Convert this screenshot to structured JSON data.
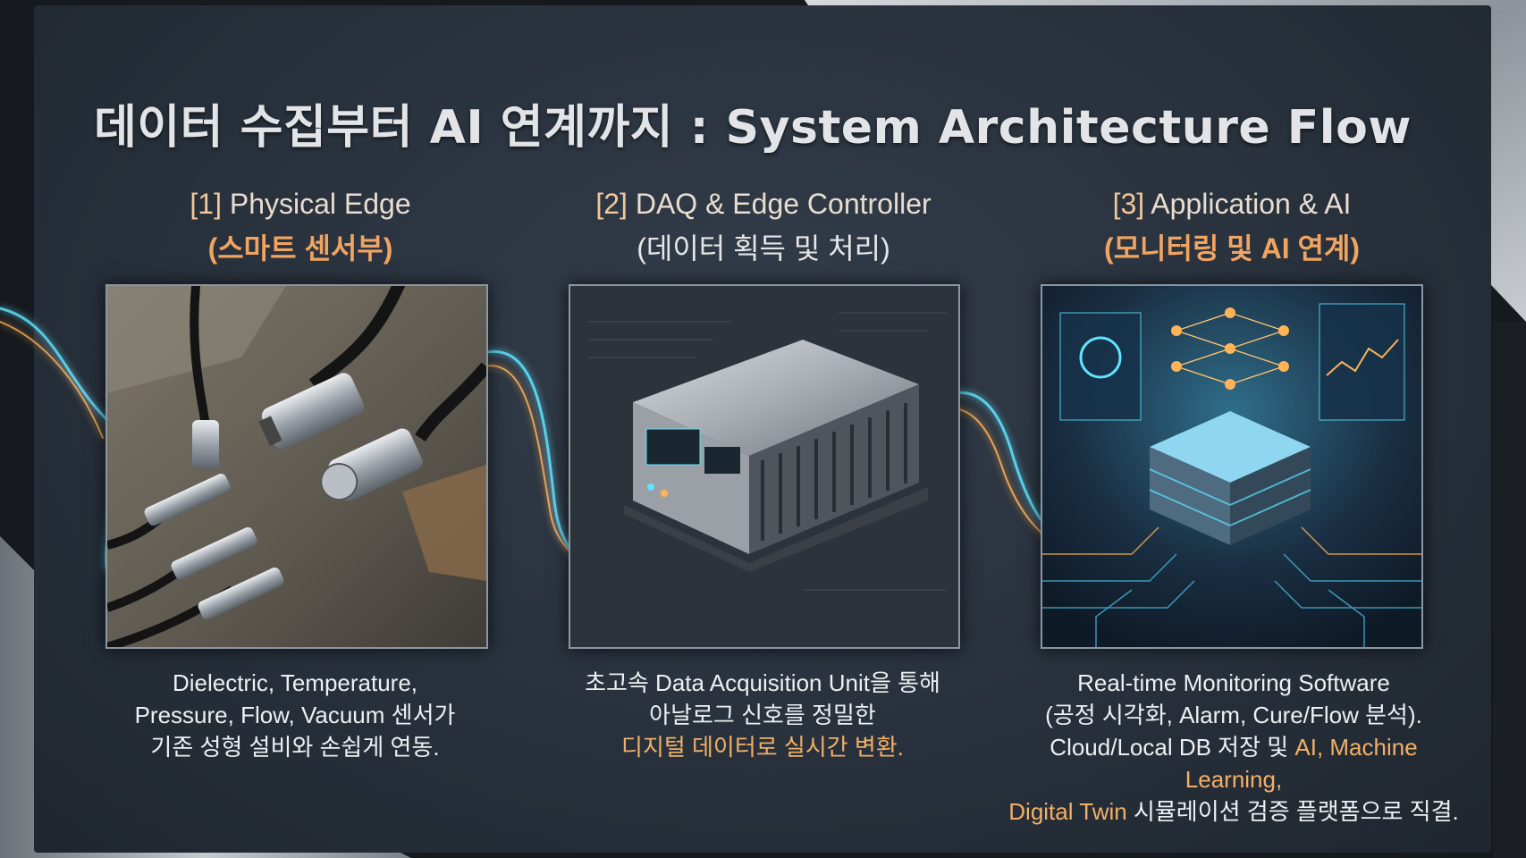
{
  "title": "데이터 수집부터 AI 연계까지 : System Architecture Flow",
  "columns": [
    {
      "num": "[1]",
      "name": "Physical Edge",
      "sub": "(스마트 센서부)",
      "desc_lines": [
        "Dielectric, Temperature,",
        "Pressure, Flow, Vacuum 센서가",
        "기존 성형 설비와 손쉽게 연동."
      ]
    },
    {
      "num": "[2]",
      "name": "DAQ & Edge Controller",
      "sub": "(데이터 획득 및 처리)",
      "desc_lines": [
        "초고속 Data Acquisition Unit을 통해",
        "아날로그 신호를 정밀한"
      ],
      "desc_hl": "디지털 데이터로 실시간 변환."
    },
    {
      "num": "[3]",
      "name": "Application & AI",
      "sub": "(모니터링 및 AI 연계)",
      "desc_lines": [
        "Real-time Monitoring Software",
        "(공정 시각화, Alarm, Cure/Flow 분석)."
      ],
      "desc_mixed_a": "Cloud/Local DB 저장 및 ",
      "desc_mixed_b": "AI, Machine Learning,",
      "desc_hl2": "Digital Twin",
      "desc_tail": " 시뮬레이션 검증 플랫폼으로 직결."
    }
  ],
  "colors": {
    "accent_orange": "#f0a462",
    "flow_cyan": "#5fe3ff",
    "flow_gold": "#ffb357",
    "panel_bg": "#28313c"
  }
}
